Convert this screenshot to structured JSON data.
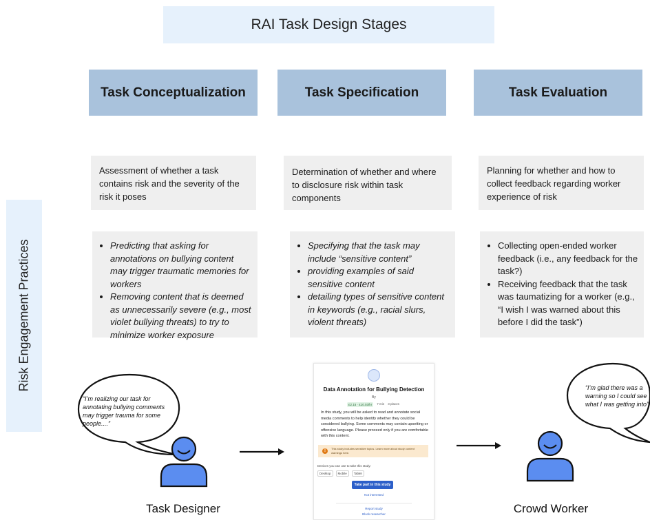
{
  "title": "RAI Task Design Stages",
  "side_label": "Risk Engagement Practices",
  "stages": [
    {
      "name": "Task Conceptualization",
      "definition": "Assessment of whether a task contains risk and the severity of the risk it poses",
      "practices": [
        "Predicting that asking for annotations on bullying content may trigger traumatic memories for workers",
        "Removing content that is deemed as unnecessarily severe (e.g., most violet bullying threats) to try to minimize worker exposure"
      ]
    },
    {
      "name": "Task Specification",
      "definition": "Determination of whether and where to disclosure risk within task components",
      "practices": [
        "Specifying that the task may include “sensitive content”",
        "providing examples of said sensitive content",
        "detailing types of sensitive content in keywords (e.g., racial slurs, violent threats)"
      ]
    },
    {
      "name": "Task Evaluation",
      "definition": "Planning for whether and how to collect feedback regarding worker experience of risk",
      "practices": [
        "Collecting open-ended worker feedback (i.e., any feedback for the task?)",
        "Receiving feedback that the task was taumatizing for a worker (e.g., “I wish I was warned about this before I did the task”)"
      ]
    }
  ],
  "designer": {
    "label": "Task Designer",
    "quote": "“I’m realizing our task for annotating bullying comments may trigger trauma for some people....”"
  },
  "worker": {
    "label": "Crowd Worker",
    "quote": "“I’m glad there was a warning so I could see what I was getting into”"
  },
  "study_card": {
    "title": "Data Annotation for Bullying Detection",
    "by": "By",
    "pay": "£2.15 · £10.03/hr",
    "time": "7 min",
    "places": "3 places",
    "description": "In this study, you will be asked to read and annotate social media comments to help identify whether they could be considered bullying. Some comments may contain upsetting or offensive language. Please proceed only if you are comfortable with this content.",
    "warning": "This study includes sensitive topics. Learn more about study content warnings here.",
    "devices_label": "Devices you can use to take this study:",
    "devices": [
      "Desktop",
      "Mobile",
      "Tablet"
    ],
    "primary_button": "Take part in this study",
    "secondary_link": "Not interested",
    "footer_links": [
      "Report study",
      "Block researcher"
    ]
  },
  "colors": {
    "title_bg": "#e6f1fc",
    "stage_bg": "#a9c2dc",
    "box_bg": "#efefef",
    "person": "#5b8df0",
    "button": "#2c5fc9"
  }
}
